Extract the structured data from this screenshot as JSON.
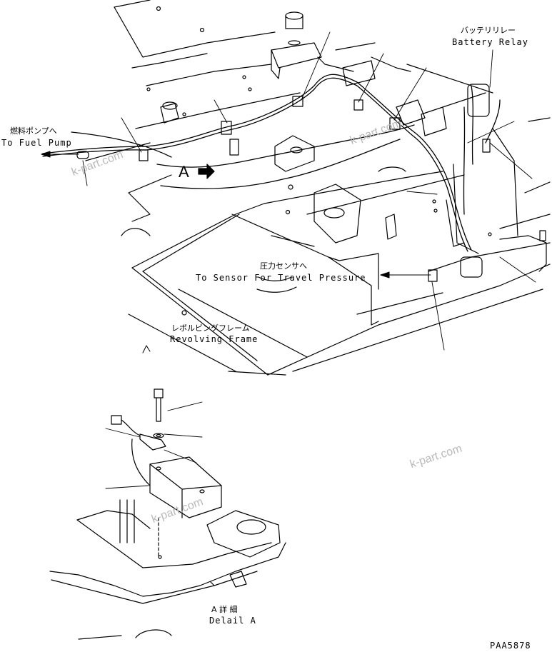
{
  "labels": {
    "battery_relay_jp": "バッテリリレー",
    "battery_relay_en": "Battery Relay",
    "fuel_pump_jp": "燃料ポンプへ",
    "fuel_pump_en": "To Fuel Pump",
    "sensor_jp": "圧力センサへ",
    "sensor_en": "To Sensor For Travel Pressure",
    "frame_jp": "レボルビングフレーム",
    "frame_en": "Revolving Frame",
    "view_marker": "A",
    "detail_jp": "A 詳 細",
    "detail_en": "Delail A",
    "drawing_code": "PAA5878"
  },
  "watermarks": [
    "k-part.com",
    "k-part.com",
    "k-part.com",
    "k-part.com"
  ]
}
